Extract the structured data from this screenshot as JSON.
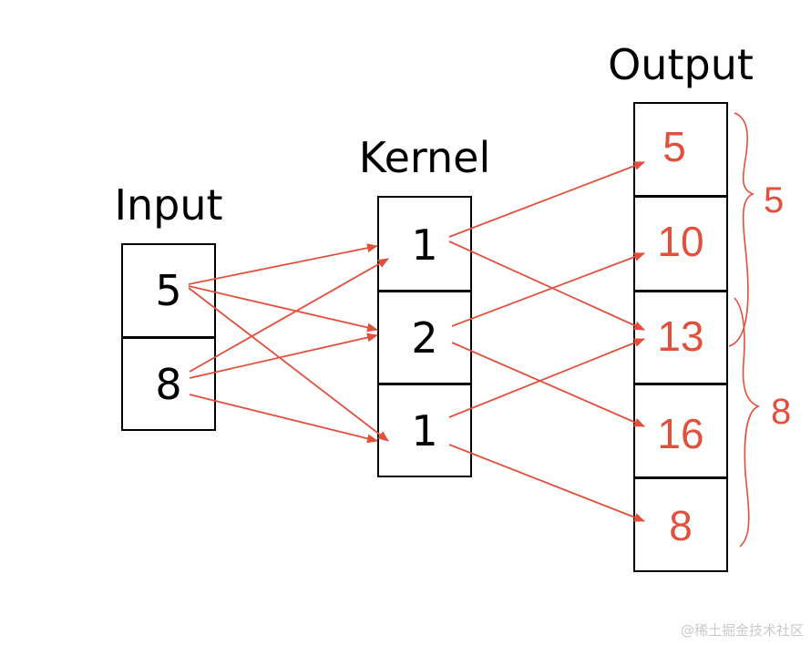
{
  "titles": {
    "input": "Input",
    "kernel": "Kernel",
    "output": "Output"
  },
  "input": {
    "values": [
      "5",
      "8"
    ]
  },
  "kernel": {
    "values": [
      "1",
      "2",
      "1"
    ]
  },
  "output": {
    "values": [
      "5",
      "10",
      "13",
      "16",
      "8"
    ]
  },
  "braces": {
    "upper_label": "5",
    "lower_label": "8"
  },
  "colors": {
    "accent": "#e0503c",
    "box": "#000000"
  },
  "watermark": "@稀土掘金技术社区"
}
